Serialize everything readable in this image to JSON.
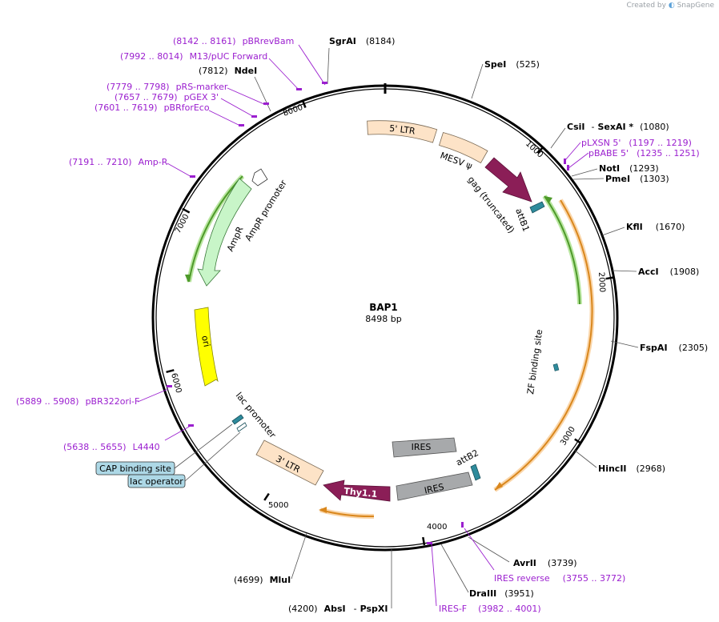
{
  "credit": {
    "prefix": "Created by",
    "brand": "SnapGene"
  },
  "plasmid": {
    "name": "BAP1",
    "length_label": "8498 bp",
    "length": 8498
  },
  "colors": {
    "backbone": "#000000",
    "enzyme_line": "#555555",
    "primer": "#9b1fcf",
    "ltr": "#fde3c7",
    "misc": "#fde3c7",
    "gag": "#8b1e57",
    "attb": "#2e8b9c",
    "ires": "#a7a9ab",
    "thy11": "#8b1e57",
    "ampr": "#c8f5c8",
    "ampr_promoter": "#ffffff",
    "ori": "#ffff00",
    "orf_orange": "#f3a542",
    "orf_green": "#6fbf3b",
    "binding_box": "#add8e6"
  },
  "ticks": [
    "1000",
    "2000",
    "3000",
    "4000",
    "5000",
    "6000",
    "7000",
    "8000"
  ],
  "enzymes": [
    {
      "name": "SgrAI",
      "pos": "(8184)"
    },
    {
      "name": "SpeI",
      "pos": "(525)"
    },
    {
      "name": "CsiI",
      "connector": "-",
      "name2": "SexAI *",
      "pos": "(1080)"
    },
    {
      "name": "NotI",
      "pos": "(1293)"
    },
    {
      "name": "PmeI",
      "pos": "(1303)"
    },
    {
      "name": "KflI",
      "pos": "(1670)"
    },
    {
      "name": "AccI",
      "pos": "(1908)"
    },
    {
      "name": "FspAI",
      "pos": "(2305)"
    },
    {
      "name": "HincII",
      "pos": "(2968)"
    },
    {
      "name": "AvrII",
      "pos": "(3739)"
    },
    {
      "name": "DraIII",
      "pos": "(3951)"
    },
    {
      "name": "AbsI",
      "connector": "-",
      "name2": "PspXI",
      "pos": "(4200)"
    },
    {
      "name": "MluI",
      "pos": "(4699)"
    },
    {
      "name": "NdeI",
      "pos": "(7812)"
    }
  ],
  "primers": [
    {
      "range": "(8142 .. 8161)",
      "name": "pBRrevBam"
    },
    {
      "range": "(7992 .. 8014)",
      "name": "M13/pUC Forward"
    },
    {
      "range": "(7779 .. 7798)",
      "name": "pRS-marker"
    },
    {
      "range": "(7657 .. 7679)",
      "name": "pGEX 3'"
    },
    {
      "range": "(7601 .. 7619)",
      "name": "pBRforEco"
    },
    {
      "range": "(7191 .. 7210)",
      "name": "Amp-R"
    },
    {
      "range": "(1197 .. 1219)",
      "name": "pLXSN 5'"
    },
    {
      "range": "(1235 .. 1251)",
      "name": "pBABE 5'"
    },
    {
      "range": "(3755 .. 3772)",
      "name": "IRES reverse"
    },
    {
      "range": "(3982 .. 4001)",
      "name": "IRES-F"
    },
    {
      "range": "(5889 .. 5908)",
      "name": "pBR322ori-F"
    },
    {
      "range": "(5638 .. 5655)",
      "name": "L4440"
    }
  ],
  "features": {
    "ltr5": "5' LTR",
    "mesv": "MESV ψ",
    "gag": "gag (truncated)",
    "attb1": "attB1",
    "zf": "ZF binding site",
    "ires1": "IRES",
    "ires2": "IRES",
    "attb2": "attB2",
    "thy11": "Thy1.1",
    "ltr3": "3' LTR",
    "lacprom": "lac promoter",
    "ori": "ori",
    "ampr": "AmpR",
    "amprprom": "AmpR promoter"
  },
  "boxes": {
    "cap": "CAP binding site",
    "lacop": "lac operator"
  }
}
